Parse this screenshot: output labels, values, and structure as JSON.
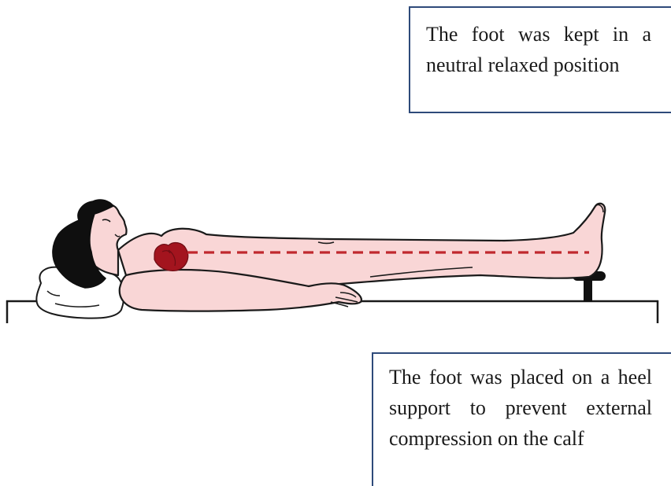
{
  "callouts": {
    "top": "The foot was kept in a neutral relaxed position",
    "bottom": "The foot was placed on a heel support to prevent external compression on the calf"
  },
  "colors": {
    "skin": "#f9d6d6",
    "outline": "#1a1a1a",
    "hair": "#0f0f0f",
    "heart": "#a3141e",
    "reference_line": "#c0282e",
    "box_border": "#2e4a7a"
  },
  "icons": {
    "patient": "supine-patient-figure",
    "heart": "heart-icon",
    "heel_support": "heel-support-icon",
    "pillow": "pillow-icon",
    "table": "examination-table"
  }
}
